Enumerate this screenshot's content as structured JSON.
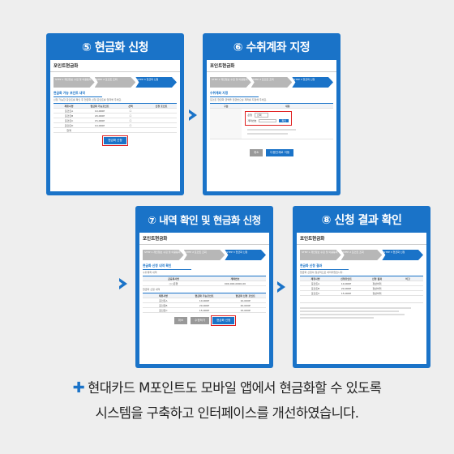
{
  "cards": [
    {
      "title": "⑤ 현금화 신청",
      "page_title": "포인트현금화",
      "steps": [
        "STEP 1 개인정보 수집 및 이용동의",
        "STEP 2 포인트 조회",
        "STEP 3 현금화 신청"
      ],
      "section": "현금화 가능 포인트 내역",
      "note": "신청 가능한 포인트를 확인 후 현금화 신청 포인트를 입력해 주세요.",
      "columns": [
        "제휴사명",
        "현금화 가능포인트",
        "선택",
        "신청 포인트"
      ],
      "rows": [
        [
          "포인트A",
          "10,000P",
          "☐",
          ""
        ],
        [
          "포인트B",
          "20,000P",
          "☐",
          ""
        ],
        [
          "포인트C",
          "15,000P",
          "☐",
          ""
        ],
        [
          "포인트D",
          "10,000P",
          "☐",
          ""
        ],
        [
          "합계",
          "",
          "",
          ""
        ]
      ],
      "button": "현금화 신청"
    },
    {
      "title": "⑥ 수취계좌 지정",
      "page_title": "포인트현금화",
      "steps": [
        "STEP 1 개인정보 수집 및 이용동의",
        "STEP 2 포인트 조회",
        "STEP 3 현금화 신청"
      ],
      "section": "수취계좌 지정",
      "note": "포인트 현금화 금액을 입금받으실 계좌를 지정해 주세요.",
      "columns": [
        "구분",
        "내용"
      ],
      "form": {
        "bank_label": "은행",
        "bank_value": "선택",
        "account_label": "계좌번호",
        "account_value": "",
        "confirm": "확인"
      },
      "buttons": [
        "취소",
        "다음단계로 이동"
      ]
    },
    {
      "title": "⑦ 내역 확인 및 현금화 신청",
      "page_title": "포인트현금화",
      "steps": [
        "STEP 1 개인정보 수집 및 이용동의",
        "STEP 2 포인트 조회",
        "STEP 3 현금화 신청"
      ],
      "section": "현금화 신청 내역 확인",
      "sub1": "수취계좌 내역",
      "columns1": [
        "금융회사명",
        "계좌번호"
      ],
      "row1": [
        "○○은행",
        "000-000-0000-00"
      ],
      "sub2": "현금화 신청 내역",
      "columns2": [
        "제휴사명",
        "현금화 가능포인트",
        "현금화 신청 포인트"
      ],
      "rows2": [
        [
          "포인트A",
          "10,000P",
          "10,000P"
        ],
        [
          "포인트B",
          "20,000P",
          "20,000P"
        ],
        [
          "포인트C",
          "15,000P",
          "15,000P"
        ]
      ],
      "buttons": [
        "취소",
        "수정하기",
        "현금화 신청"
      ]
    },
    {
      "title": "⑧ 신청 결과 확인",
      "page_title": "포인트현금화",
      "steps": [
        "STEP 1 개인정보 수집 및 이용동의",
        "STEP 2 포인트 조회",
        "STEP 3 현금화 신청"
      ],
      "section": "현금화 신청 결과",
      "note": "현금화 신청이 정상적으로 처리되었습니다.",
      "columns": [
        "제휴사명",
        "신청포인트",
        "신청 결과",
        "비고"
      ],
      "rows": [
        [
          "포인트A",
          "10,000P",
          "정상처리",
          ""
        ],
        [
          "포인트B",
          "20,000P",
          "정상처리",
          ""
        ],
        [
          "포인트C",
          "15,000P",
          "정상처리",
          ""
        ]
      ]
    }
  ],
  "caption": {
    "line1": "현대카드 M포인트도 모바일 앱에서 현금화할 수 있도록",
    "line2": "시스템을 구축하고 인터페이스를 개선하였습니다."
  },
  "accent": "#1a73c8"
}
